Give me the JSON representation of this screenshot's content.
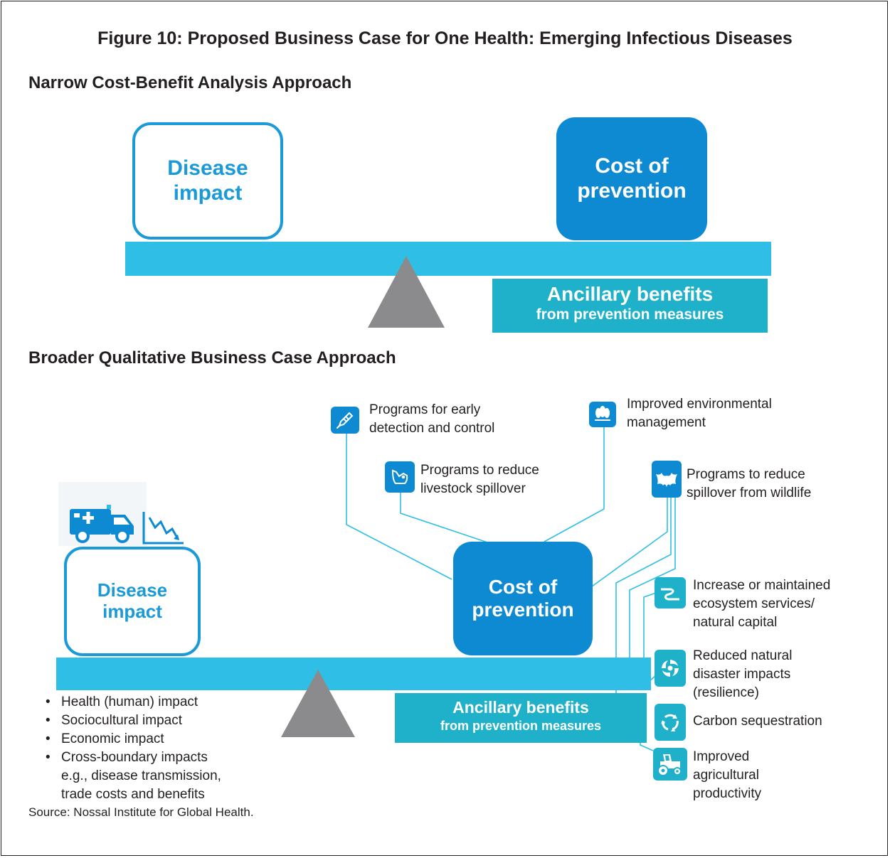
{
  "figure_title": "Figure 10: Proposed Business Case for One Health: Emerging Infectious Diseases",
  "narrow": {
    "section_title": "Narrow Cost-Benefit Analysis Approach",
    "disease_impact": [
      "Disease",
      "impact"
    ],
    "cost_of_prevention": [
      "Cost of",
      "prevention"
    ],
    "ancillary_title": "Ancillary benefits",
    "ancillary_sub": "from prevention measures"
  },
  "broad": {
    "section_title": "Broader Qualitative Business Case Approach",
    "disease_impact": [
      "Disease",
      "impact"
    ],
    "cost_of_prevention": [
      "Cost of",
      "prevention"
    ],
    "ancillary_title": "Ancillary benefits",
    "ancillary_sub": "from prevention measures",
    "programs": [
      {
        "icon": "thermometer-icon",
        "lines": [
          "Programs for early",
          "detection and control"
        ]
      },
      {
        "icon": "trees-icon",
        "lines": [
          "Improved environmental",
          "management"
        ]
      },
      {
        "icon": "livestock-icon",
        "lines": [
          "Programs to reduce",
          "livestock spillover"
        ]
      },
      {
        "icon": "bat-icon",
        "lines": [
          "Programs to reduce",
          "spillover from wildlife"
        ]
      }
    ],
    "benefits": [
      {
        "icon": "river-icon",
        "lines": [
          "Increase or maintained",
          "ecosystem services/",
          "natural capital"
        ]
      },
      {
        "icon": "cyclone-icon",
        "lines": [
          "Reduced natural",
          "disaster impacts",
          "(resilience)"
        ]
      },
      {
        "icon": "recycle-icon",
        "lines": [
          "Carbon sequestration"
        ]
      },
      {
        "icon": "tractor-icon",
        "lines": [
          "Improved",
          "agricultural",
          "productivity"
        ]
      }
    ],
    "impacts": [
      "Health (human) impact",
      "Sociocultural impact",
      "Economic impact",
      "Cross-boundary impacts",
      "e.g., disease transmission,",
      "trade costs and benefits"
    ]
  },
  "source": "Source: Nossal Institute for Global Health.",
  "colors": {
    "dark_blue": "#0e8ad2",
    "light_blue": "#2fbfe6",
    "teal": "#1eb1c9",
    "gray": "#8b8b8d"
  }
}
